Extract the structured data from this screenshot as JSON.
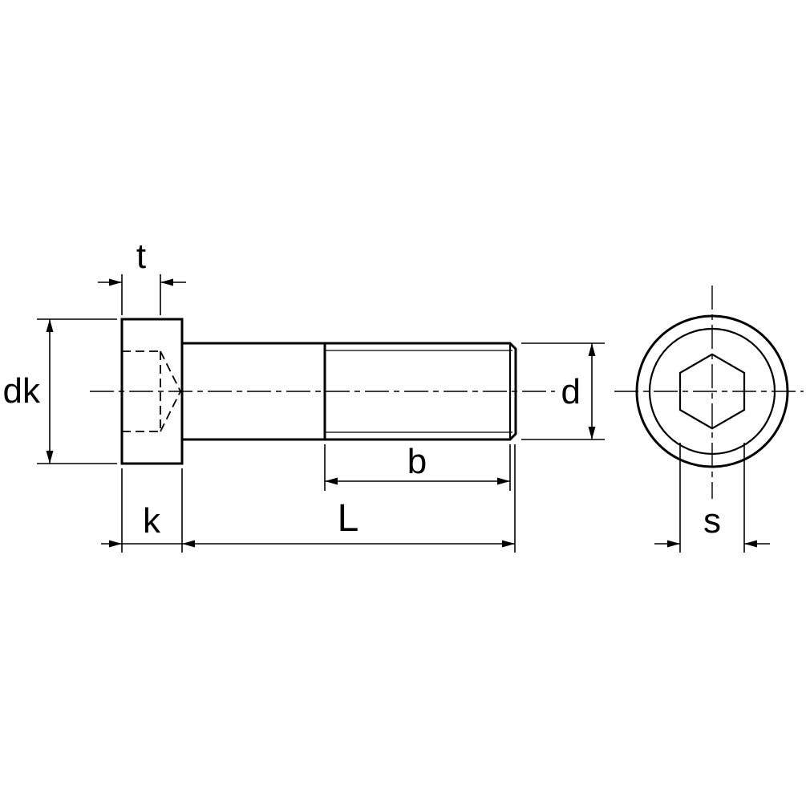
{
  "drawing": {
    "labels": {
      "t": "t",
      "dk": "dk",
      "k": "k",
      "L": "L",
      "b": "b",
      "d": "d",
      "s": "s"
    },
    "colors": {
      "line": "#000000",
      "background": "#ffffff"
    }
  }
}
